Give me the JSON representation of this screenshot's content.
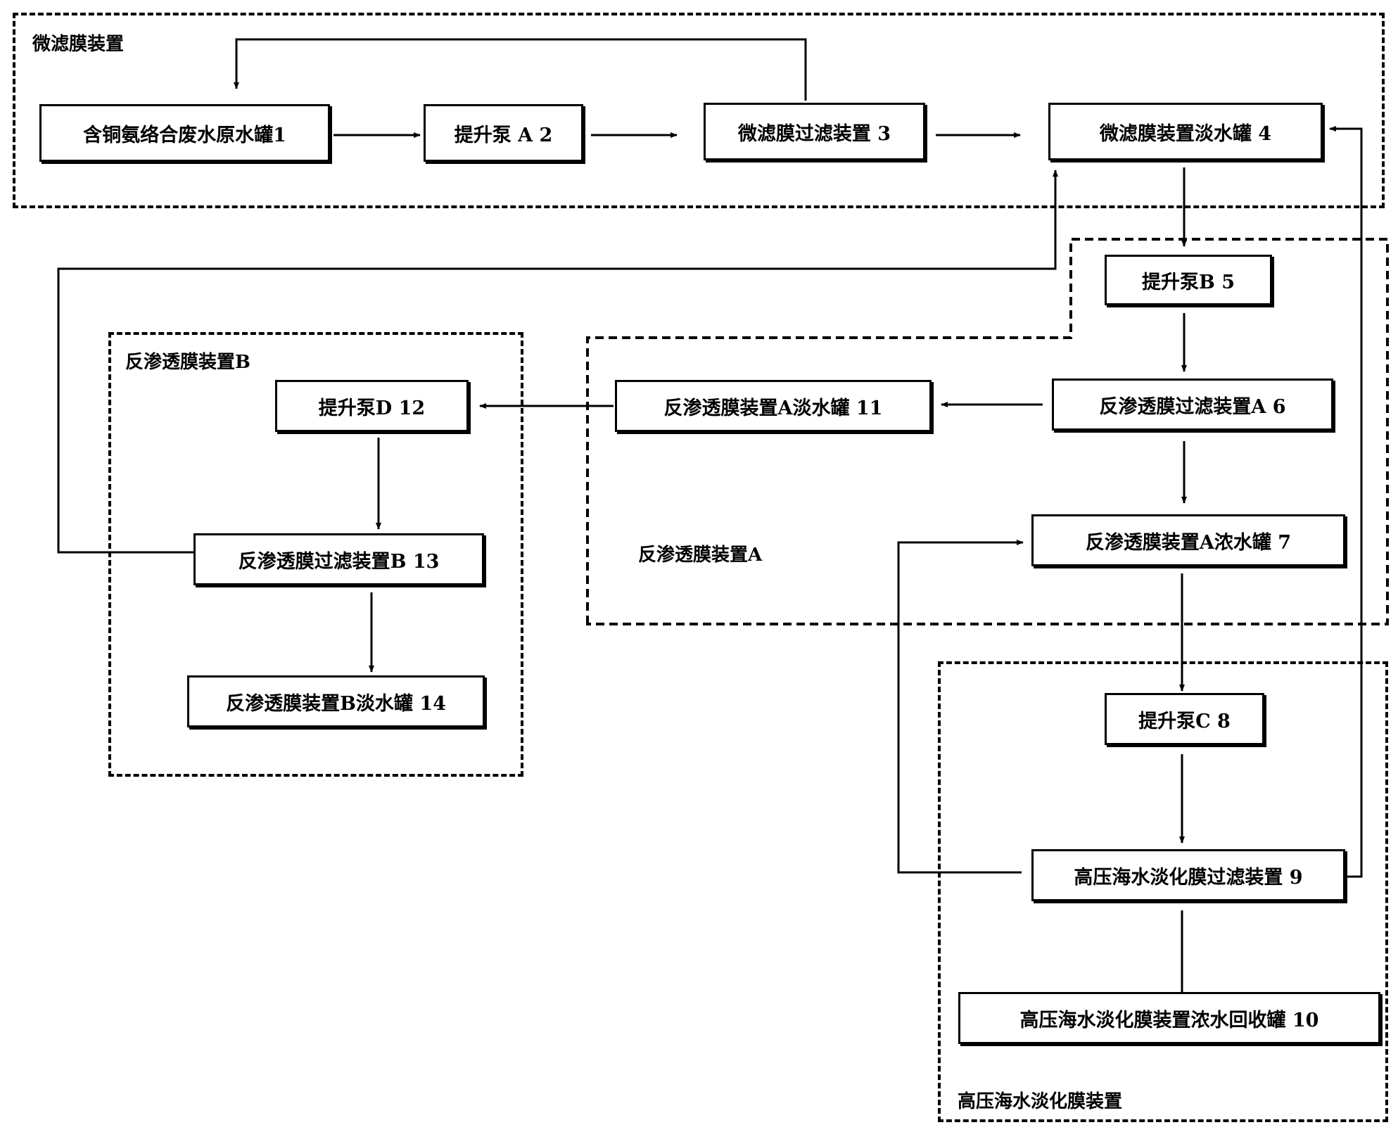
{
  "groups": {
    "microfiltration": "微滤膜装置",
    "ro_a": "反渗透膜装置A",
    "ro_b": "反渗透膜装置B",
    "hp": "高压海水淡化膜装置"
  },
  "nodes": {
    "n1": "含铜氨络合废水原水罐1",
    "n2": "提升泵 A   2",
    "n3": "微滤膜过滤装置 3",
    "n4": "微滤膜装置淡水罐    4",
    "n5": "提升泵B    5",
    "n6": "反渗透膜过滤装置A    6",
    "n7": "反渗透膜装置A浓水罐 7",
    "n8": "提升泵C    8",
    "n9": "高压海水淡化膜过滤装置 9",
    "n10": "高压海水淡化膜装置浓水回收罐    10",
    "n11": "反渗透膜装置A淡水罐  11",
    "n12": "提升泵D    12",
    "n13": "反渗透膜过滤装置B    13",
    "n14": "反渗透膜装置B淡水罐  14"
  }
}
